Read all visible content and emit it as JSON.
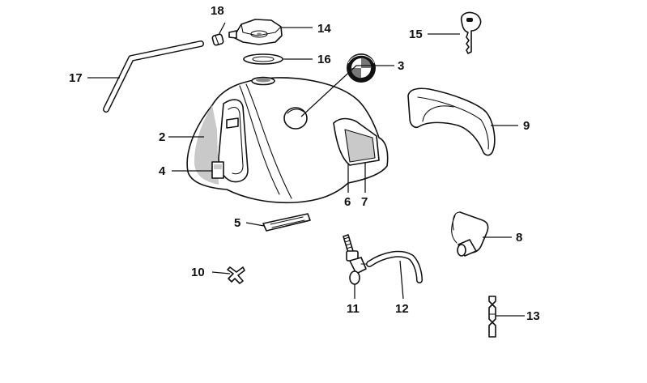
{
  "callouts": {
    "c1": "2",
    "c2": "3",
    "c3": "4",
    "c4": "5",
    "c5": "6",
    "c6": "7",
    "c7": "8",
    "c8": "9",
    "c9": "10",
    "c10": "11",
    "c11": "12",
    "c12": "13",
    "c13": "14",
    "c14": "15",
    "c15": "16",
    "c16": "17",
    "c17": "18"
  },
  "colors": {
    "line": "#111111",
    "background": "#ffffff",
    "shade": "#c9c9c9"
  }
}
